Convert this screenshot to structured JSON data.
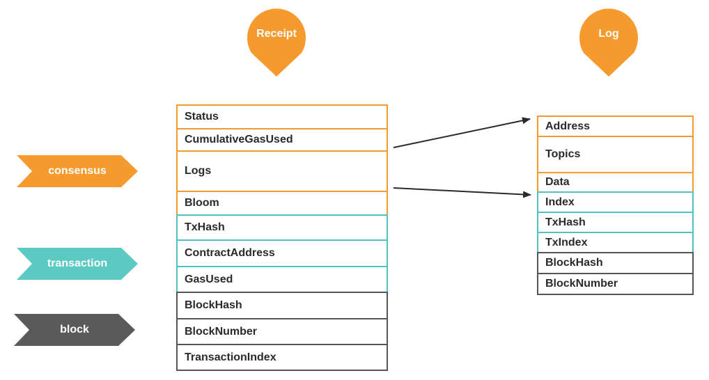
{
  "colors": {
    "consensus": "#f79a2e",
    "transaction": "#5cc9c3",
    "block": "#5a5a5a",
    "arrow": "#2a2a2a"
  },
  "headers": {
    "receipt": "Receipt",
    "log": "Log"
  },
  "legend": {
    "consensus": "consensus",
    "transaction": "transaction",
    "block": "block"
  },
  "receipt_fields": [
    {
      "label": "Status",
      "group": "consensus"
    },
    {
      "label": "CumulativeGasUsed",
      "group": "consensus"
    },
    {
      "label": "Logs",
      "group": "consensus"
    },
    {
      "label": "Bloom",
      "group": "consensus"
    },
    {
      "label": "TxHash",
      "group": "transaction"
    },
    {
      "label": "ContractAddress",
      "group": "transaction"
    },
    {
      "label": "GasUsed",
      "group": "transaction"
    },
    {
      "label": "BlockHash",
      "group": "block"
    },
    {
      "label": "BlockNumber",
      "group": "block"
    },
    {
      "label": "TransactionIndex",
      "group": "block"
    }
  ],
  "log_fields": [
    {
      "label": "Address",
      "group": "consensus"
    },
    {
      "label": "Topics",
      "group": "consensus"
    },
    {
      "label": "Data",
      "group": "consensus"
    },
    {
      "label": "Index",
      "group": "transaction"
    },
    {
      "label": "TxHash",
      "group": "transaction"
    },
    {
      "label": "TxIndex",
      "group": "transaction"
    },
    {
      "label": "BlockHash",
      "group": "block"
    },
    {
      "label": "BlockNumber",
      "group": "block"
    }
  ]
}
